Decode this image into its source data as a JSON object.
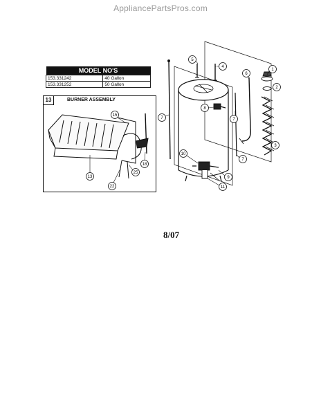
{
  "watermark": "AppliancePartsPros.com",
  "model_table": {
    "header": "MODEL NO'S",
    "rows": [
      {
        "model": "153.331242",
        "capacity": "40 Gallon"
      },
      {
        "model": "153.331252",
        "capacity": "50 Gallon"
      }
    ]
  },
  "inset": {
    "number": "13",
    "title": "BURNER ASSEMBLY",
    "callouts": [
      "15",
      "13",
      "22",
      "25",
      "18"
    ]
  },
  "callouts": [
    "1",
    "2",
    "3",
    "4",
    "5",
    "6",
    "7",
    "7",
    "7",
    "8",
    "9",
    "10",
    "11"
  ],
  "date": "8/07"
}
